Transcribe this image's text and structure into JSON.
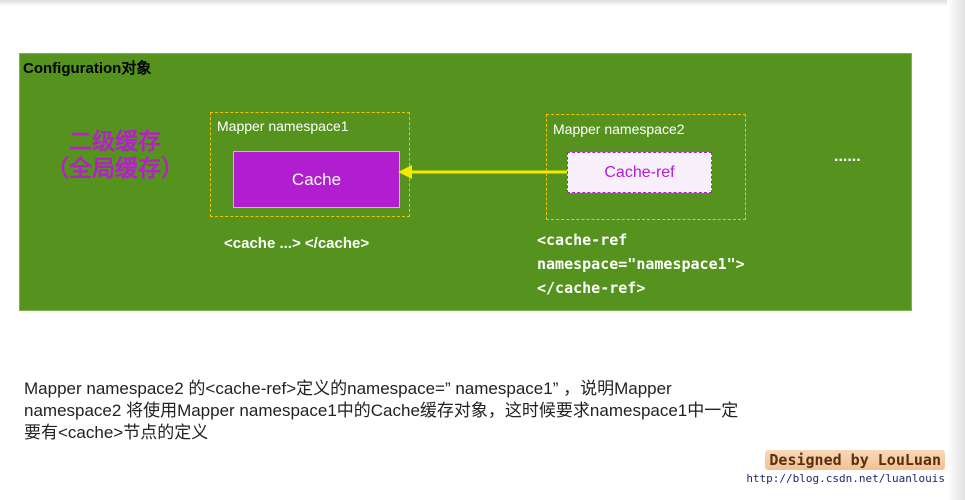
{
  "configuration": {
    "title": "Configuration对象"
  },
  "cache_level": {
    "line1": "二级缓存",
    "line2": "（全局缓存）"
  },
  "mapper1": {
    "label": "Mapper  namespace1",
    "cache_label": "Cache",
    "tag": "<cache ...> </cache>"
  },
  "mapper2": {
    "label": "Mapper  namespace2",
    "cache_ref_label": "Cache-ref",
    "tag_lines": [
      "<cache-ref",
      "namespace=\"namespace1\">",
      "</cache-ref>"
    ]
  },
  "more": "......",
  "description": {
    "lines": [
      "Mapper namespace2 的<cache-ref>定义的namespace=” namespace1” ，说明Mapper",
      "namespace2 将使用Mapper namespace1中的Cache缓存对象，这时候要求namespace1中一定",
      "要有<cache>节点的定义"
    ]
  },
  "watermark": {
    "designer": "Designed by LouLuan",
    "url": "http://blog.csdn.net/luanlouis"
  },
  "colors": {
    "config_green": "#55931e",
    "cache_purple": "#b01ed0",
    "level_text": "#b421c7",
    "arrow_yellow": "#f2ea00",
    "dashed_border": "#f5c400"
  }
}
